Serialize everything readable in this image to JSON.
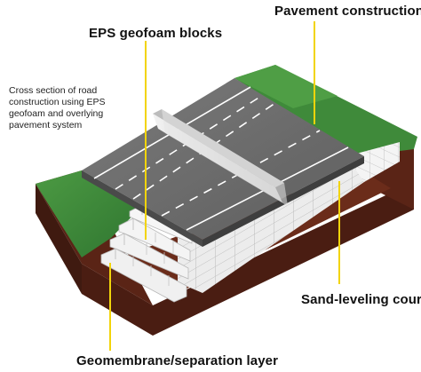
{
  "labels": {
    "pavement": "Pavement construction",
    "eps": "EPS geofoam blocks",
    "sand": "Sand-leveling course",
    "geomembrane": "Geomembrane/separation layer"
  },
  "description": "Cross section of road construction using EPS geofoam and overlying pavement system",
  "colors": {
    "leader": "#f2d40a",
    "grass": "#3f8a3a",
    "soil": "#5a2416",
    "asphalt": "#6b6b6b",
    "lane_marking": "#ffffff",
    "foam": "#e9e9e9",
    "barrier": "#dcdcdc"
  }
}
